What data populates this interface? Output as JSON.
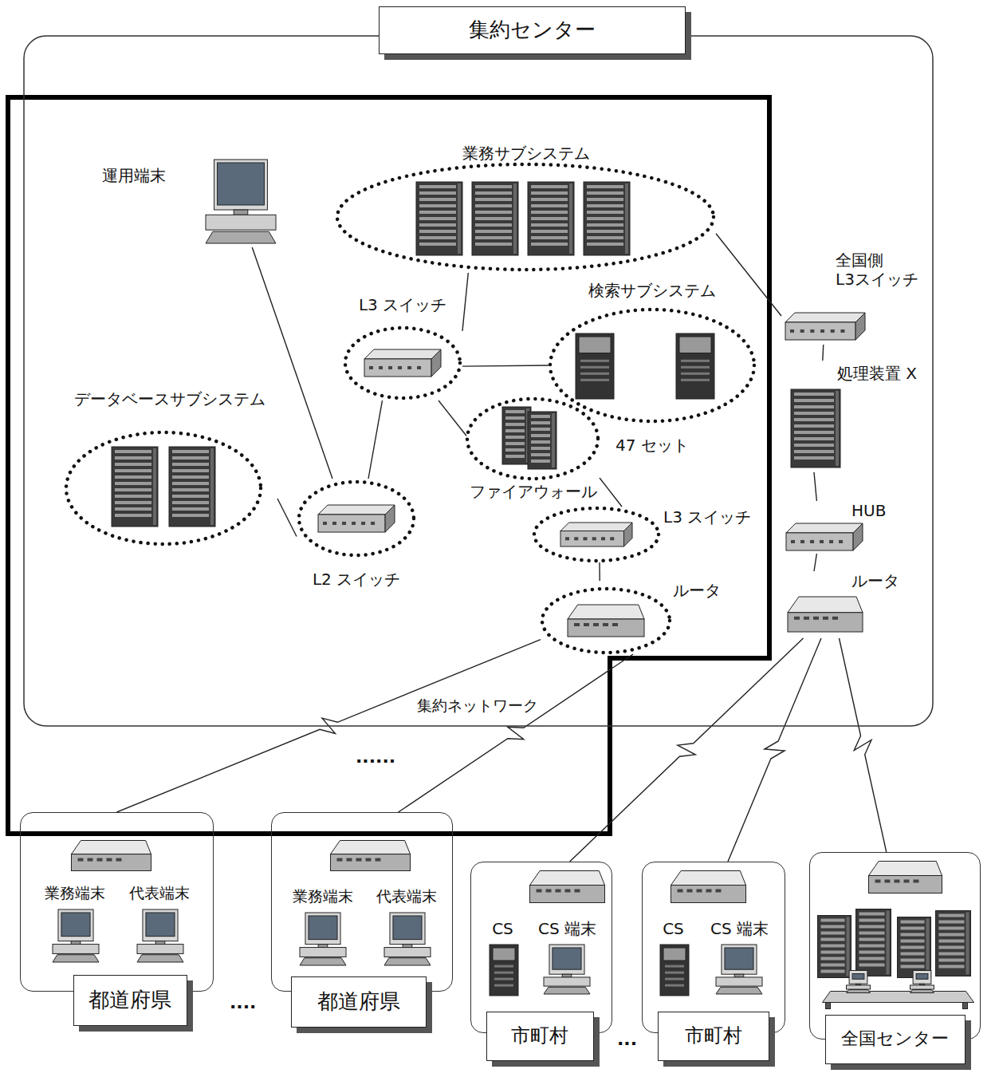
{
  "diagram": {
    "nodes": [
      {
        "text": [
          "集約センター"
        ]
      },
      {
        "text": [
          "運用端末"
        ],
        "in": 0
      },
      {
        "text": [
          "業務サブシステム"
        ],
        "in": 0
      },
      {
        "text": [
          "検索サブシステム"
        ],
        "in": 0
      },
      {
        "text": [
          "L3 スイッチ"
        ],
        "in": 0
      },
      {
        "text": [
          "データベースサブシステム"
        ],
        "in": 0
      },
      {
        "text": [
          "ファイアウォール"
        ],
        "in": 0
      },
      {
        "text": [
          "L2 スイッチ"
        ],
        "in": 0
      },
      {
        "text": [
          "L3 スイッチ"
        ],
        "in": 0
      },
      {
        "text": [
          "ルータ"
        ],
        "in": 0
      },
      {
        "text": [
          "全国側 L3スイッチ"
        ],
        "in": 0
      },
      {
        "text": [
          "処理装置 X"
        ],
        "in": 0
      },
      {
        "text": [
          "HUB"
        ],
        "in": 0
      },
      {
        "text": [
          "ルータ"
        ],
        "in": 0
      },
      {
        "text": [
          "都道府県"
        ]
      },
      {
        "text": [
          "業務端末"
        ],
        "in": 14
      },
      {
        "text": [
          "代表端末"
        ],
        "in": 14
      },
      {
        "text": [
          "都道府県"
        ]
      },
      {
        "text": [
          "業務端末"
        ],
        "in": 17
      },
      {
        "text": [
          "代表端末"
        ],
        "in": 17
      },
      {
        "text": [
          "市町村"
        ]
      },
      {
        "text": [
          "CS"
        ],
        "in": 20
      },
      {
        "text": [
          "CS 端末"
        ],
        "in": 20
      },
      {
        "text": [
          "市町村"
        ]
      },
      {
        "text": [
          "CS"
        ],
        "in": 23
      },
      {
        "text": [
          "CS 端末"
        ],
        "in": 23
      },
      {
        "text": [
          "全国センター"
        ]
      }
    ],
    "edges": [
      {
        "from": 1,
        "to": 7,
        "arrow": "none"
      },
      {
        "from": 2,
        "to": 4,
        "arrow": "none"
      },
      {
        "from": 2,
        "to": 10,
        "arrow": "none"
      },
      {
        "from": 4,
        "to": 3,
        "arrow": "none"
      },
      {
        "from": 4,
        "to": 7,
        "arrow": "none"
      },
      {
        "from": 4,
        "to": 6,
        "arrow": "none"
      },
      {
        "from": 5,
        "to": 7,
        "arrow": "none"
      },
      {
        "from": 6,
        "to": 8,
        "arrow": "none"
      },
      {
        "from": 8,
        "to": 9,
        "arrow": "none"
      },
      {
        "from": 9,
        "to": 14,
        "arrow": "none"
      },
      {
        "from": 9,
        "to": 17,
        "arrow": "none"
      },
      {
        "from": 10,
        "to": 11,
        "arrow": "none"
      },
      {
        "from": 11,
        "to": 12,
        "arrow": "none"
      },
      {
        "from": 12,
        "to": 13,
        "arrow": "none"
      },
      {
        "from": 13,
        "to": 20,
        "arrow": "none"
      },
      {
        "from": 13,
        "to": 23,
        "arrow": "none"
      },
      {
        "from": 13,
        "to": 26,
        "arrow": "none"
      }
    ],
    "labels": [
      "47 セット",
      "集約ネットワーク",
      "......",
      "....",
      "..."
    ]
  }
}
